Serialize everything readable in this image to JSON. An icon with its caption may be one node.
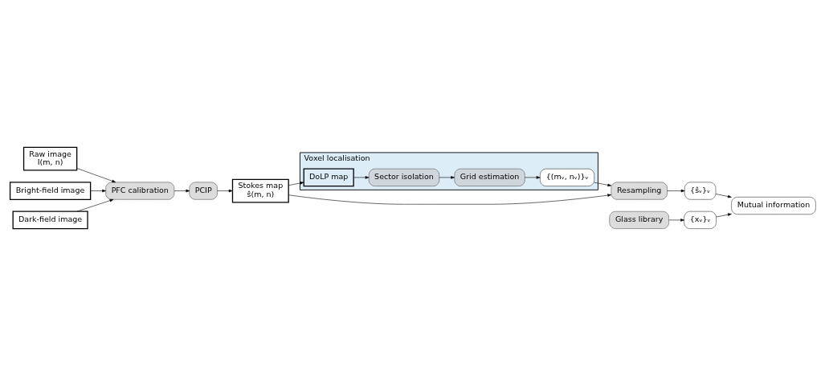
{
  "diagram": {
    "nodes": [
      {
        "text": [
          "Raw image",
          "I(m, n)"
        ]
      },
      {
        "text": [
          "Bright-field image"
        ]
      },
      {
        "text": [
          "Dark-field image"
        ]
      },
      {
        "text": [
          "PFC calibration"
        ]
      },
      {
        "text": [
          "PCIP"
        ]
      },
      {
        "text": [
          "Stokes map",
          "ŝ(m, n)"
        ]
      },
      {
        "text": [
          "Voxel localisation"
        ]
      },
      {
        "text": [
          "DoLP map"
        ],
        "in": 6
      },
      {
        "text": [
          "Sector isolation"
        ],
        "in": 6
      },
      {
        "text": [
          "Grid estimation"
        ],
        "in": 6
      },
      {
        "text": [
          "{(mᵥ, nᵥ)}ᵥ"
        ],
        "in": 6
      },
      {
        "text": [
          "Resampling"
        ]
      },
      {
        "text": [
          "Glass library"
        ]
      },
      {
        "text": [
          "{xᵥ}ᵥ"
        ]
      },
      {
        "text": [
          "{ŝᵥ}ᵥ"
        ]
      },
      {
        "text": [
          "Mutual information"
        ]
      }
    ],
    "edges": [
      {
        "from": 0,
        "to": 3,
        "arrow": "to"
      },
      {
        "from": 1,
        "to": 3,
        "arrow": "to"
      },
      {
        "from": 2,
        "to": 3,
        "arrow": "to"
      },
      {
        "from": 3,
        "to": 4,
        "arrow": "to"
      },
      {
        "from": 4,
        "to": 5,
        "arrow": "to"
      },
      {
        "from": 5,
        "to": 7,
        "arrow": "to"
      },
      {
        "from": 7,
        "to": 8,
        "arrow": "to"
      },
      {
        "from": 8,
        "to": 9,
        "arrow": "to"
      },
      {
        "from": 9,
        "to": 10,
        "arrow": "to"
      },
      {
        "from": 10,
        "to": 11,
        "arrow": "to"
      },
      {
        "from": 5,
        "to": 11,
        "arrow": "to"
      },
      {
        "from": 11,
        "to": 14,
        "arrow": "to"
      },
      {
        "from": 12,
        "to": 13,
        "arrow": "to"
      },
      {
        "from": 13,
        "to": 15,
        "arrow": "to"
      },
      {
        "from": 14,
        "to": 15,
        "arrow": "to"
      }
    ]
  }
}
